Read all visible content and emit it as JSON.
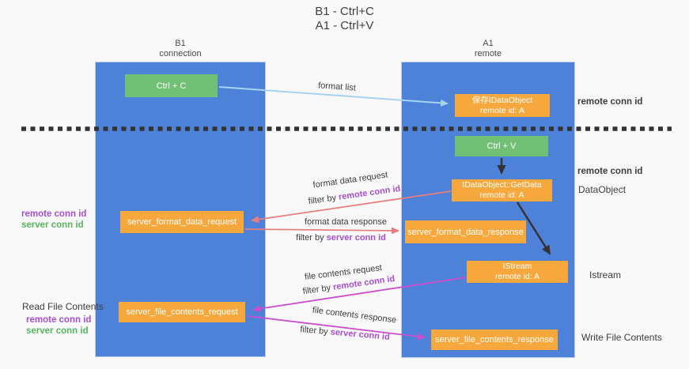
{
  "title": {
    "line1": "B1 - Ctrl+C",
    "line2": "A1 - Ctrl+V"
  },
  "lanes": {
    "b1": {
      "name": "B1",
      "subtitle": "connection"
    },
    "a1": {
      "name": "A1",
      "subtitle": "remote"
    }
  },
  "nodes": {
    "ctrl_c": {
      "label": "Ctrl + C"
    },
    "ctrl_v": {
      "label": "Ctrl + V"
    },
    "save_dataobject": {
      "line1": "保存IDataObject",
      "line2": "remote id: A"
    },
    "getdata": {
      "line1": "IDataObject::GetData",
      "line2": "remote id: A"
    },
    "istream": {
      "line1": "IStream",
      "line2": "remote id: A"
    },
    "server_format_data_request": {
      "label": "server_format_data_request"
    },
    "server_format_data_response": {
      "label": "server_format_data_response"
    },
    "server_file_contents_request": {
      "label": "server_file_contents_request"
    },
    "server_file_contents_response": {
      "label": "server_file_contents_response"
    }
  },
  "arrows": {
    "format_list": "format list",
    "format_data_request": "format data request",
    "format_data_response": "format data response",
    "file_contents_request": "file contents request",
    "file_contents_response": "file contents response",
    "filter_by": "filter by",
    "remote_conn_id": "remote conn id",
    "server_conn_id": "server conn id"
  },
  "annotations": {
    "remote_conn_id": "remote conn id",
    "server_conn_id": "server conn id",
    "dataobject": "DataObject",
    "istream": "Istream",
    "read_file_contents": "Read File Contents",
    "write_file_contents": "Write File Contents"
  },
  "colors": {
    "lane_blue": "#4e82d8",
    "node_orange": "#f7a83d",
    "node_green": "#72c076",
    "arrow_light_blue": "#a6d3f2",
    "arrow_salmon": "#e97e7e",
    "arrow_magenta": "#cc4ecc",
    "arrow_black": "#333333",
    "label_purple": "#a54fd0",
    "label_green": "#56b65c"
  }
}
